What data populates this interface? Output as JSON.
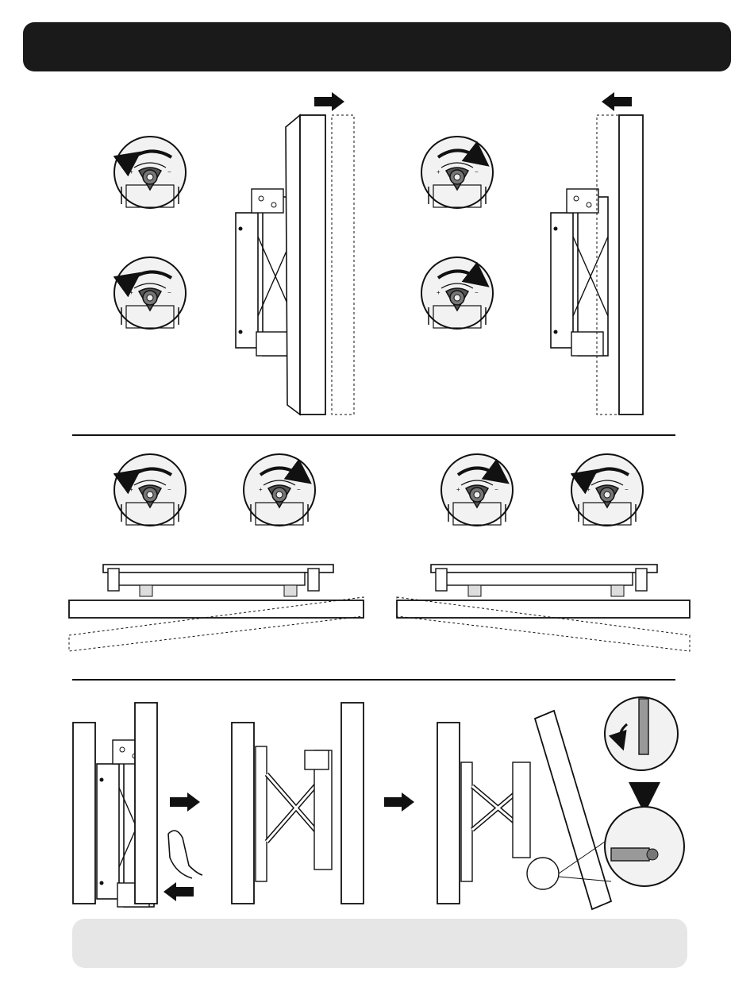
{
  "page": {
    "header_text": "",
    "footer_note_text": ""
  },
  "sections": [
    {
      "id": "fine-adjust-depth",
      "steps": 2
    },
    {
      "id": "fine-adjust-rotation",
      "steps": 2
    },
    {
      "id": "pop-out-release",
      "steps": 3
    }
  ],
  "icons": {
    "arrow": "arrow-icon",
    "knob": "knob-icon",
    "hand": "hand-icon"
  }
}
